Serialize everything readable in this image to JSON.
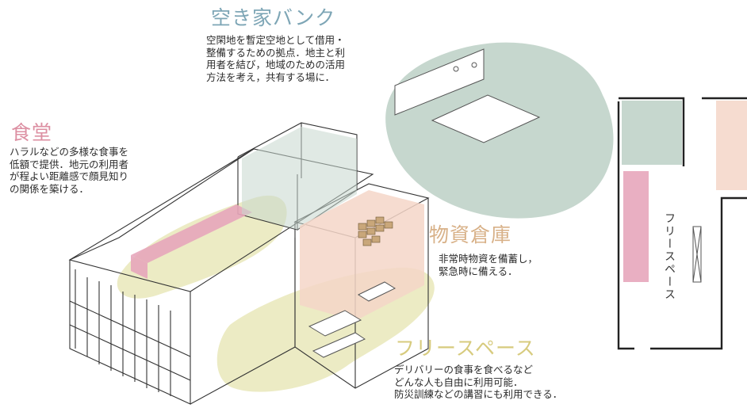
{
  "zones": {
    "akiya": {
      "title": "空き家バンク",
      "desc": "空閑地を暫定空地として借用・\n整備するための拠点．地主と利\n用者を結び，地域のための活用\n方法を考え，共有する場に．",
      "color": "#7ea6b6",
      "fill": "#c6d7ce"
    },
    "shokudo": {
      "title": "食堂",
      "desc": "ハラルなどの多様な食事を\n低額で提供．地元の利用者\nが程よい距離感で顔見知り\nの関係を築ける．",
      "color": "#dc8fa2",
      "fill": "#e7a6bb"
    },
    "soko": {
      "title": "物資倉庫",
      "desc": "非常時物資を備蓄し，\n緊急時に備える．",
      "color": "#d8b188",
      "fill": "#f4d6c8"
    },
    "free": {
      "title": "フリースペース",
      "desc": "デリバリーの食事を食べるなど\nどんな人も自由に利用可能．\n防災訓練などの講習にも利用できる．",
      "color": "#d7cb7e",
      "fill": "#ecebc4"
    }
  },
  "plan": {
    "free_label": "フリースペース"
  }
}
